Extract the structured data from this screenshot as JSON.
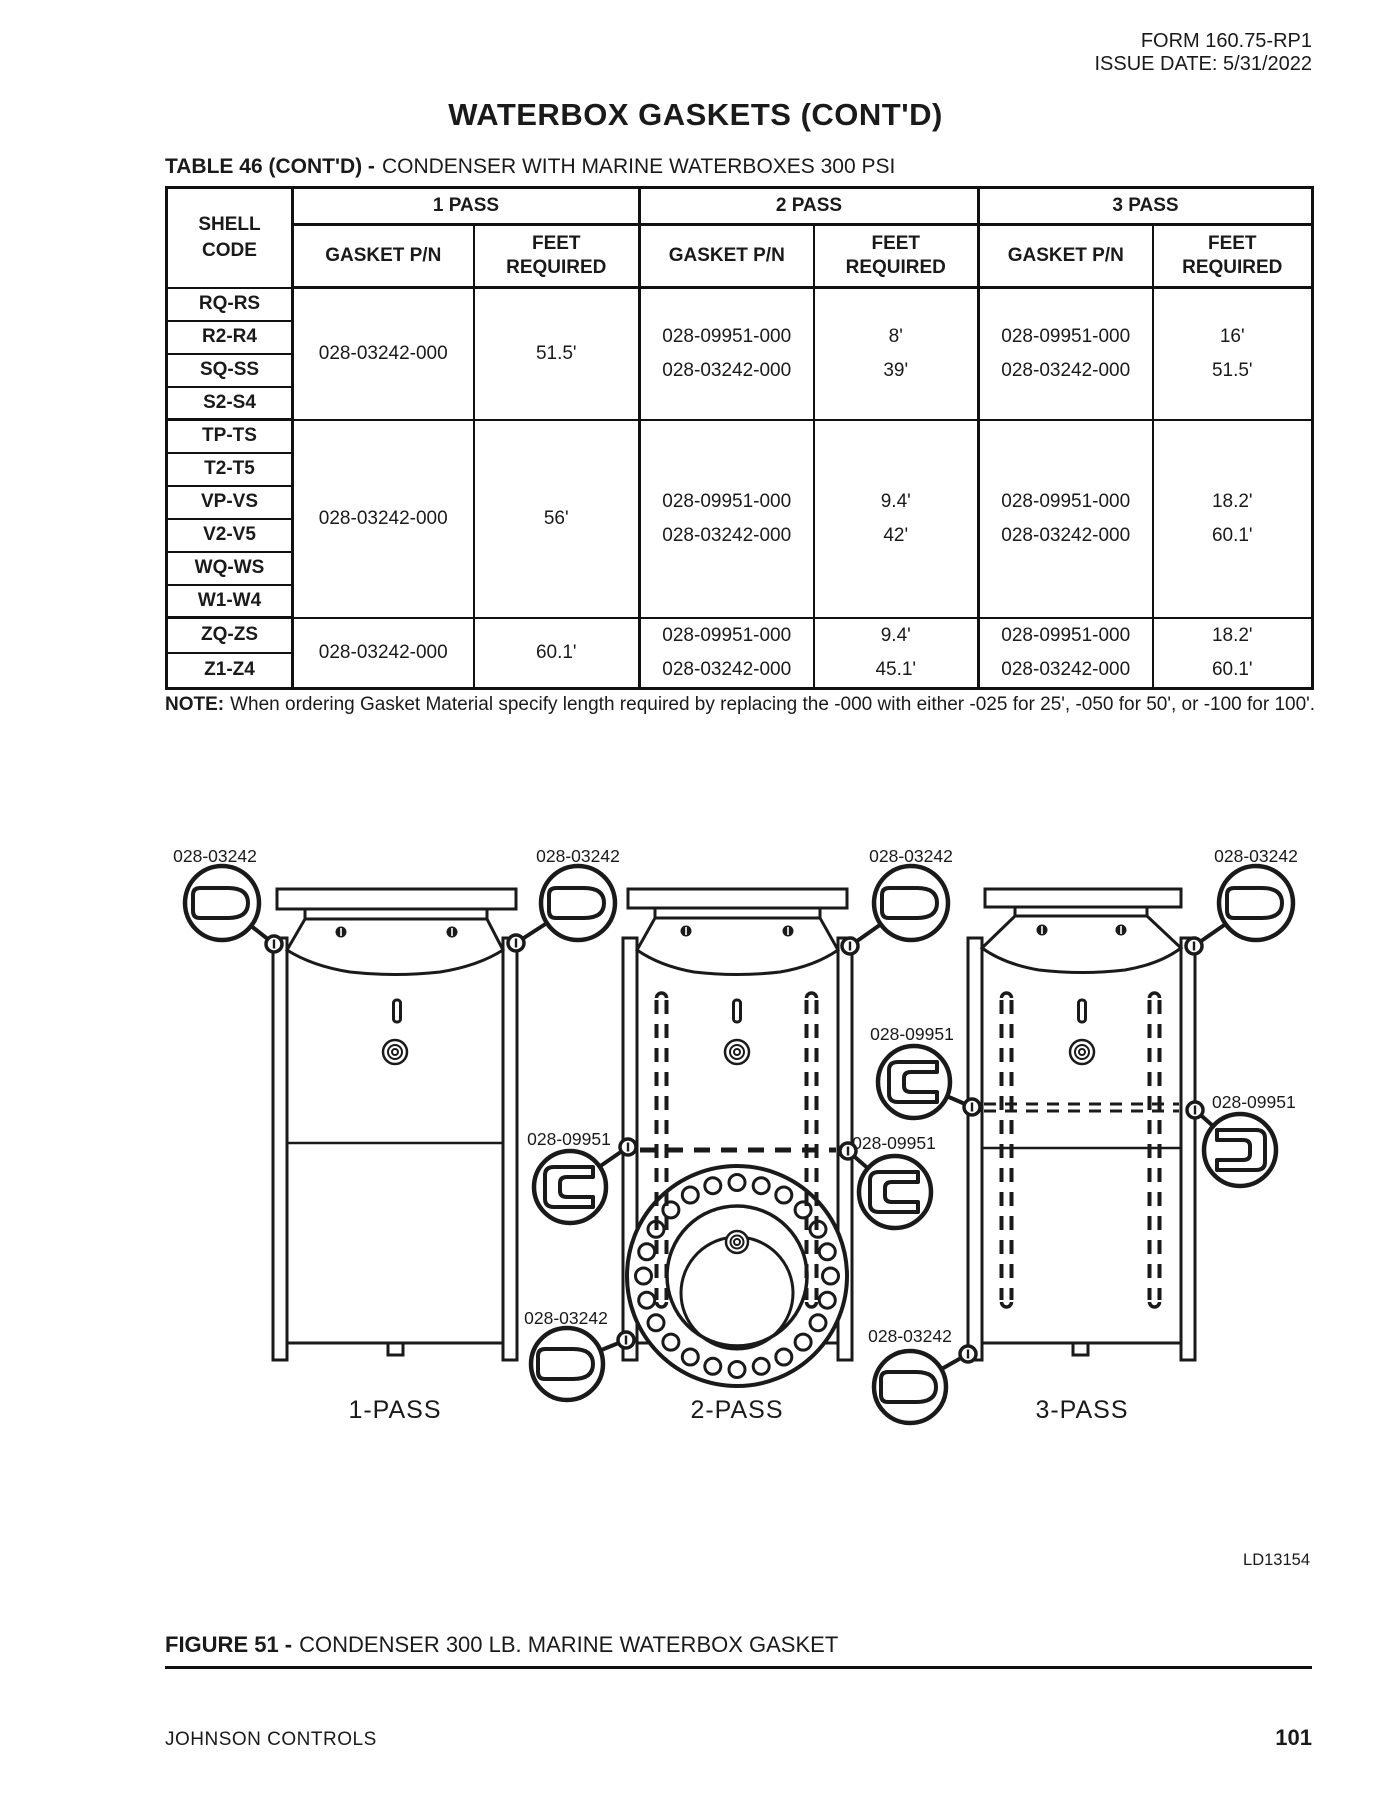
{
  "header": {
    "line1": "FORM 160.75-RP1",
    "line2": "ISSUE DATE: 5/31/2022"
  },
  "title": "WATERBOX GASKETS (CONT'D)",
  "table": {
    "caption_bold": "TABLE 46 (CONT'D) -",
    "caption_text": "CONDENSER WITH MARINE WATERBOXES 300 PSI",
    "shell_header": [
      "SHELL",
      "CODE"
    ],
    "pass_headers": [
      "1 PASS",
      "2 PASS",
      "3 PASS"
    ],
    "sub_gasket": "GASKET P/N",
    "sub_feet": [
      "FEET",
      "REQUIRED"
    ],
    "groups": [
      {
        "shell_codes": [
          "RQ-RS",
          "R2-R4",
          "SQ-SS",
          "S2-S4"
        ],
        "pass1": {
          "pn": [
            "028-03242-000"
          ],
          "feet": [
            "51.5'"
          ]
        },
        "pass2": {
          "pn": [
            "028-09951-000",
            "028-03242-000"
          ],
          "feet": [
            "8'",
            "39'"
          ]
        },
        "pass3": {
          "pn": [
            "028-09951-000",
            "028-03242-000"
          ],
          "feet": [
            "16'",
            "51.5'"
          ]
        }
      },
      {
        "shell_codes": [
          "TP-TS",
          "T2-T5",
          "VP-VS",
          "V2-V5",
          "WQ-WS",
          "W1-W4"
        ],
        "pass1": {
          "pn": [
            "028-03242-000"
          ],
          "feet": [
            "56'"
          ]
        },
        "pass2": {
          "pn": [
            "028-09951-000",
            "028-03242-000"
          ],
          "feet": [
            "9.4'",
            "42'"
          ]
        },
        "pass3": {
          "pn": [
            "028-09951-000",
            "028-03242-000"
          ],
          "feet": [
            "18.2'",
            "60.1'"
          ]
        }
      },
      {
        "shell_codes": [
          "ZQ-ZS",
          "Z1-Z4"
        ],
        "pass1": {
          "pn": [
            "028-03242-000"
          ],
          "feet": [
            "60.1'"
          ]
        },
        "pass2": {
          "pn": [
            "028-09951-000",
            "028-03242-000"
          ],
          "feet": [
            "9.4'",
            "45.1'"
          ]
        },
        "pass3": {
          "pn": [
            "028-09951-000",
            "028-03242-000"
          ],
          "feet": [
            "18.2'",
            "60.1'"
          ]
        }
      }
    ]
  },
  "note": {
    "label": "NOTE:",
    "text": "When ordering Gasket Material specify length required by replacing the -000 with either -025 for 25', -050 for 50', or -100 for 100'."
  },
  "figure": {
    "callout_gasket": "028-03242",
    "callout_channel": "028-09951",
    "diagram_labels": [
      "1-PASS",
      "2-PASS",
      "3-PASS"
    ],
    "drawing_id": "LD13154",
    "caption_bold": "FIGURE 51 -",
    "caption_text": "CONDENSER 300 LB. MARINE WATERBOX GASKET"
  },
  "footer": {
    "company": "JOHNSON CONTROLS",
    "page": "101"
  }
}
